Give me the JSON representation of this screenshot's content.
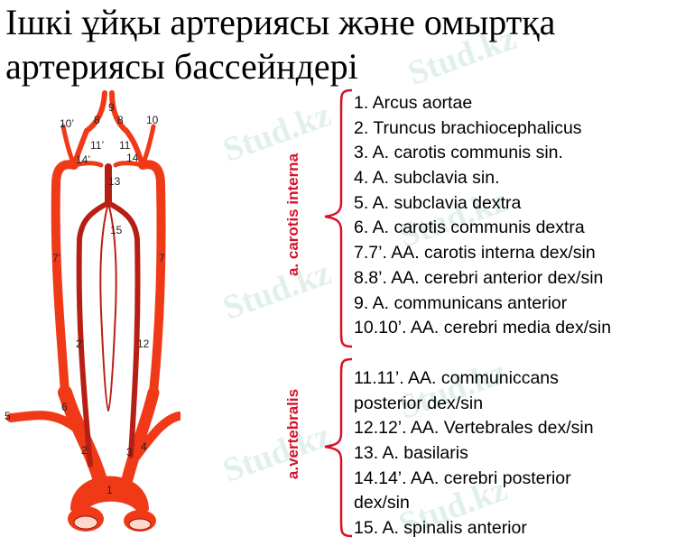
{
  "title_line1": "Ішкі ұйқы артериясы және омыртқа",
  "title_line2": "артериясы бассейндері",
  "watermark": "Stud.kz",
  "diagram": {
    "labels": [
      "1",
      "2",
      "3",
      "4",
      "5",
      "6",
      "7",
      "7’",
      "8",
      "8",
      "9",
      "10",
      "10’",
      "11",
      "11’",
      "12",
      "2’",
      "13",
      "14",
      "14’",
      "15"
    ],
    "accent_color": "#f03a17",
    "dark_color": "#b81f14"
  },
  "group_labels": {
    "carotis": "a. carotis interna",
    "vertebralis": "a.vertebralis"
  },
  "label_color": "#d6122b",
  "carotis_items": [
    "1.  Arcus aortae",
    "2.  Truncus brachiocephalicus",
    "3.  A. carotis communis sin.",
    "4.  A. subclavia sin.",
    "5.  A. subclavia dextra",
    "6.  A. carotis communis dextra",
    "7.7’.    AA. carotis interna dex/sin",
    "8.8’.   AA. cerebri anterior dex/sin",
    "9.   A. communicans anterior",
    "10.10’.   AA. cerebri  media dex/sin"
  ],
  "vertebralis_items": {
    "item11_line1": "11.11’.   AA. communiccans",
    "item11_line2": "posterior dex/sin",
    "item12": "12.12’.   AA. Vertebrales dex/sin",
    "item13": "13.   A. basilaris",
    "item14_line1": "14.14’.   AA. cerebri posterior",
    "item14_line2": "dex/sin",
    "item15": "15.   A. spinalis anterior"
  }
}
